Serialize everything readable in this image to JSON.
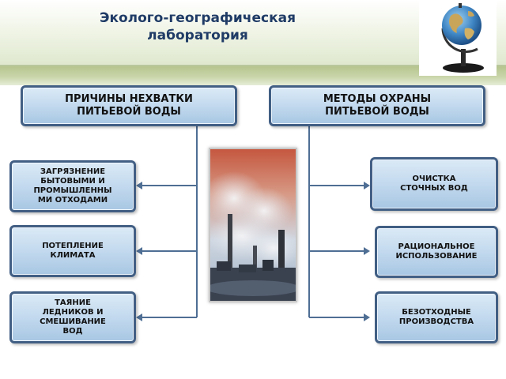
{
  "title": {
    "line1": "Эколого-географическая",
    "line2": "лаборатория"
  },
  "header_icon": "globe-icon",
  "causes": {
    "heading_line1": "ПРИЧИНЫ НЕХВАТКИ",
    "heading_line2": "ПИТЬЕВОЙ ВОДЫ",
    "items": [
      {
        "lines": [
          "ЗАГРЯЗНЕНИЕ",
          "БЫТОВЫМИ И",
          "ПРОМЫШЛЕННЫ",
          "МИ  ОТХОДАМИ"
        ]
      },
      {
        "lines": [
          "ПОТЕПЛЕНИЕ",
          "КЛИМАТА"
        ]
      },
      {
        "lines": [
          "ТАЯНИЕ",
          "ЛЕДНИКОВ И",
          "СМЕШИВАНИЕ",
          "ВОД"
        ]
      }
    ]
  },
  "methods": {
    "heading_line1": "МЕТОДЫ ОХРАНЫ",
    "heading_line2": "ПИТЬЕВОЙ ВОДЫ",
    "items": [
      {
        "lines": [
          "ОЧИСТКА",
          "СТОЧНЫХ ВОД"
        ]
      },
      {
        "lines": [
          "РАЦИОНАЛЬНОЕ",
          "ИСПОЛЬЗОВАНИЕ"
        ]
      },
      {
        "lines": [
          "БЕЗОТХОДНЫЕ",
          "ПРОИЗВОДСТВА"
        ]
      }
    ]
  },
  "colors": {
    "box_border": "#425f84",
    "box_fill": "#c2d9ee",
    "connector": "#4f6e94",
    "title": "#1f3b66",
    "band": "#c9d5a9"
  },
  "photo_icon": "factory-smoke-image"
}
